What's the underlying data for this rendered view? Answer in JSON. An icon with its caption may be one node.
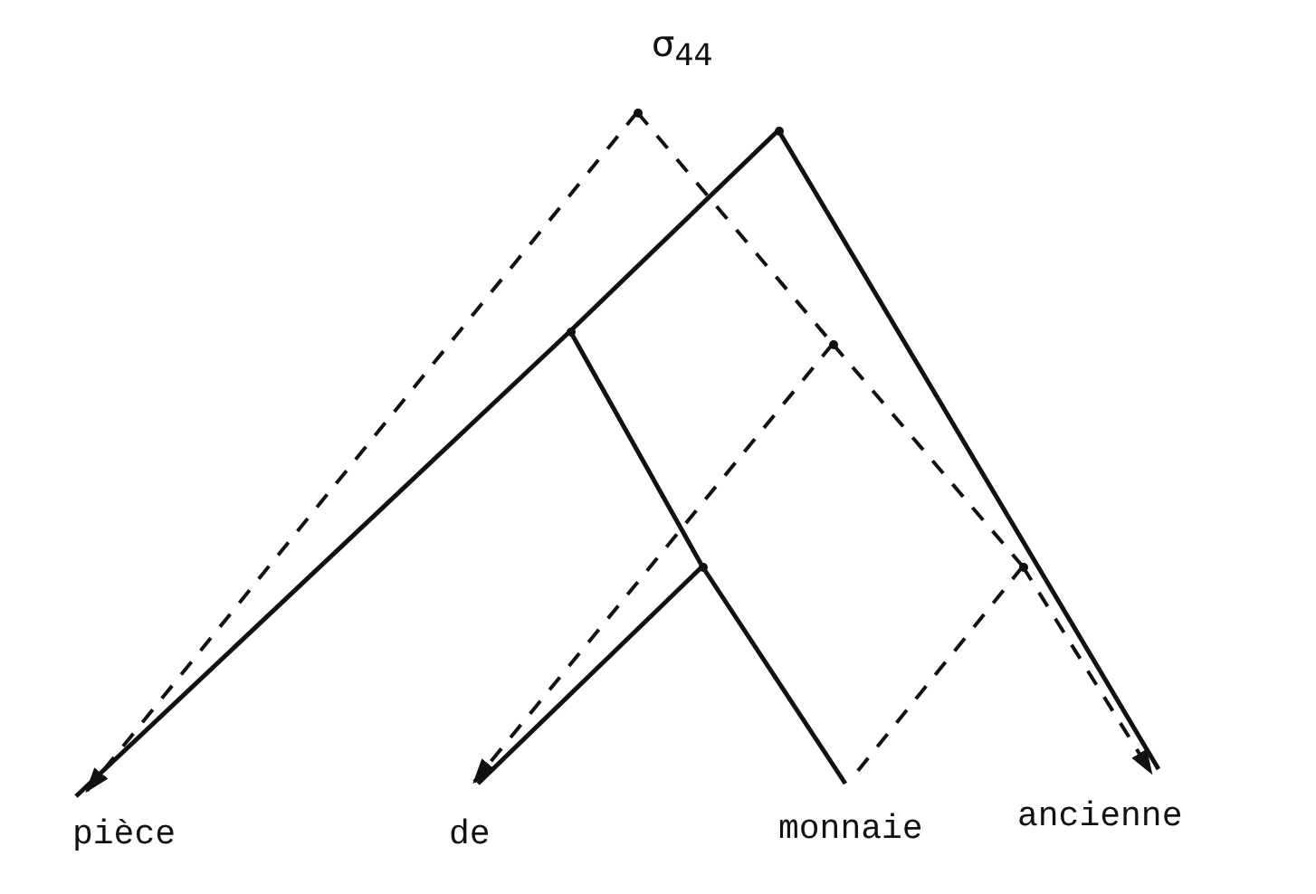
{
  "diagram": {
    "nodes": [
      {
        "text": [],
        "shape": "point"
      },
      {
        "text": [],
        "shape": "point"
      },
      {
        "text": [],
        "shape": "point"
      },
      {
        "text": [],
        "shape": "point"
      },
      {
        "text": [],
        "shape": "point"
      },
      {
        "text": [],
        "shape": "point"
      },
      {
        "text": [
          "pièce"
        ]
      },
      {
        "text": [
          "de"
        ]
      },
      {
        "text": [
          "monnaie"
        ]
      },
      {
        "text": [
          "ancienne"
        ]
      }
    ],
    "edges": [
      {
        "from": 1,
        "to": 2,
        "arrow": "none"
      },
      {
        "from": 2,
        "to": 6,
        "arrow": "none"
      },
      {
        "from": 1,
        "to": 9,
        "arrow": "none"
      },
      {
        "from": 2,
        "to": 4,
        "arrow": "none"
      },
      {
        "from": 4,
        "to": 8,
        "arrow": "none"
      },
      {
        "from": 4,
        "to": 7,
        "arrow": "none"
      },
      {
        "from": 0,
        "to": 6,
        "arrow": "to",
        "style": "dashed"
      },
      {
        "from": 0,
        "to": 3,
        "arrow": "none",
        "style": "dashed"
      },
      {
        "from": 3,
        "to": 7,
        "arrow": "to",
        "style": "dashed"
      },
      {
        "from": 3,
        "to": 5,
        "arrow": "none",
        "style": "dashed"
      },
      {
        "from": 5,
        "to": 8,
        "arrow": "none",
        "style": "dashed"
      },
      {
        "from": 5,
        "to": 9,
        "arrow": "to",
        "style": "dashed"
      }
    ],
    "labels": [
      "σ$_{44}$"
    ]
  }
}
